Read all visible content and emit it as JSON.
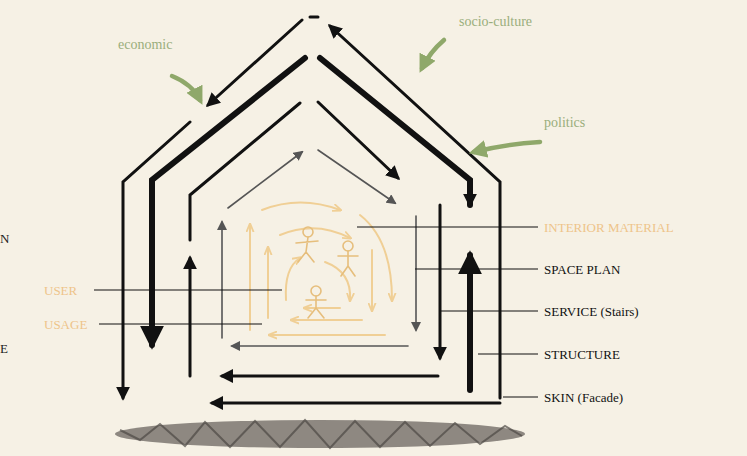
{
  "diagram": {
    "labels": [
      "socio-culture",
      "economic",
      "politics",
      "INTERIOR MATERIAL",
      "N",
      "SPACE PLAN",
      "USER",
      "SERVICE (Stairs)",
      "USAGE",
      "STRUCTURE",
      "E",
      "SKIN (Facade)"
    ]
  }
}
